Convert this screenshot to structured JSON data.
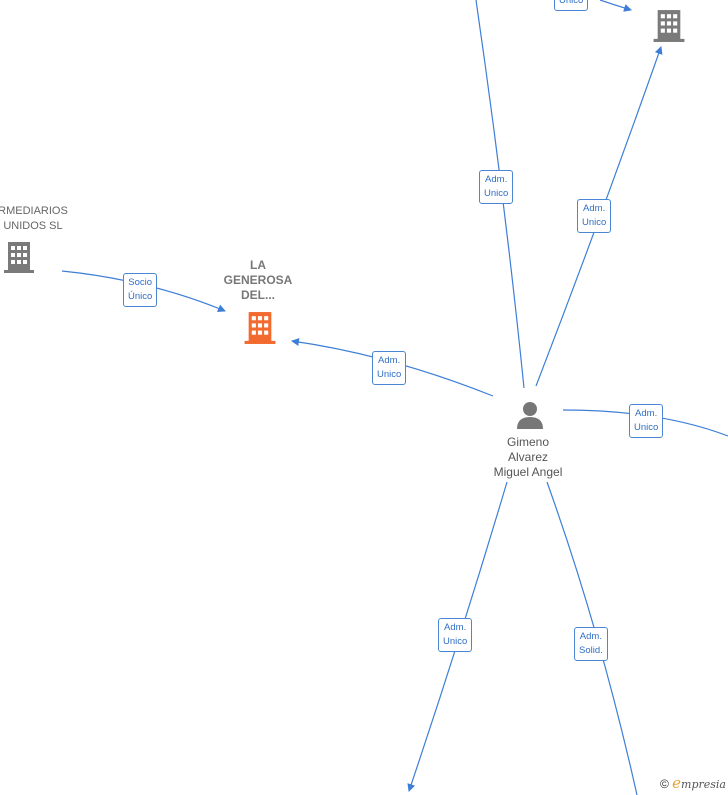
{
  "nodes": {
    "left_company": {
      "line1": "RMEDIARIOS",
      "line2": "UNIDOS  SL"
    },
    "focus_company": {
      "line1": "LA",
      "line2": "GENEROSA",
      "line3": "DEL..."
    },
    "person": {
      "line1": "Gimeno",
      "line2": "Alvarez",
      "line3": "Miguel Angel"
    }
  },
  "edges": {
    "socio": {
      "l1": "Socio",
      "l2": "Único"
    },
    "adm_focus": {
      "l1": "Adm.",
      "l2": "Unico"
    },
    "adm_top": {
      "l1": "Adm.",
      "l2": "Unico"
    },
    "adm_topright": {
      "l1": "Adm.",
      "l2": "Unico"
    },
    "adm_right": {
      "l1": "Adm.",
      "l2": "Unico"
    },
    "adm_bottom": {
      "l1": "Adm.",
      "l2": "Unico"
    },
    "solid_bottom": {
      "l1": "Adm.",
      "l2": "Solid."
    },
    "top_partial": {
      "l1": "Unico"
    }
  },
  "colors": {
    "edge": "#3d7fd6",
    "focus_icon": "#f26a2e",
    "company_icon": "#7a7a7a"
  },
  "watermark": {
    "copyright": "©",
    "brand_initial": "e",
    "brand_rest": "mpresia"
  }
}
